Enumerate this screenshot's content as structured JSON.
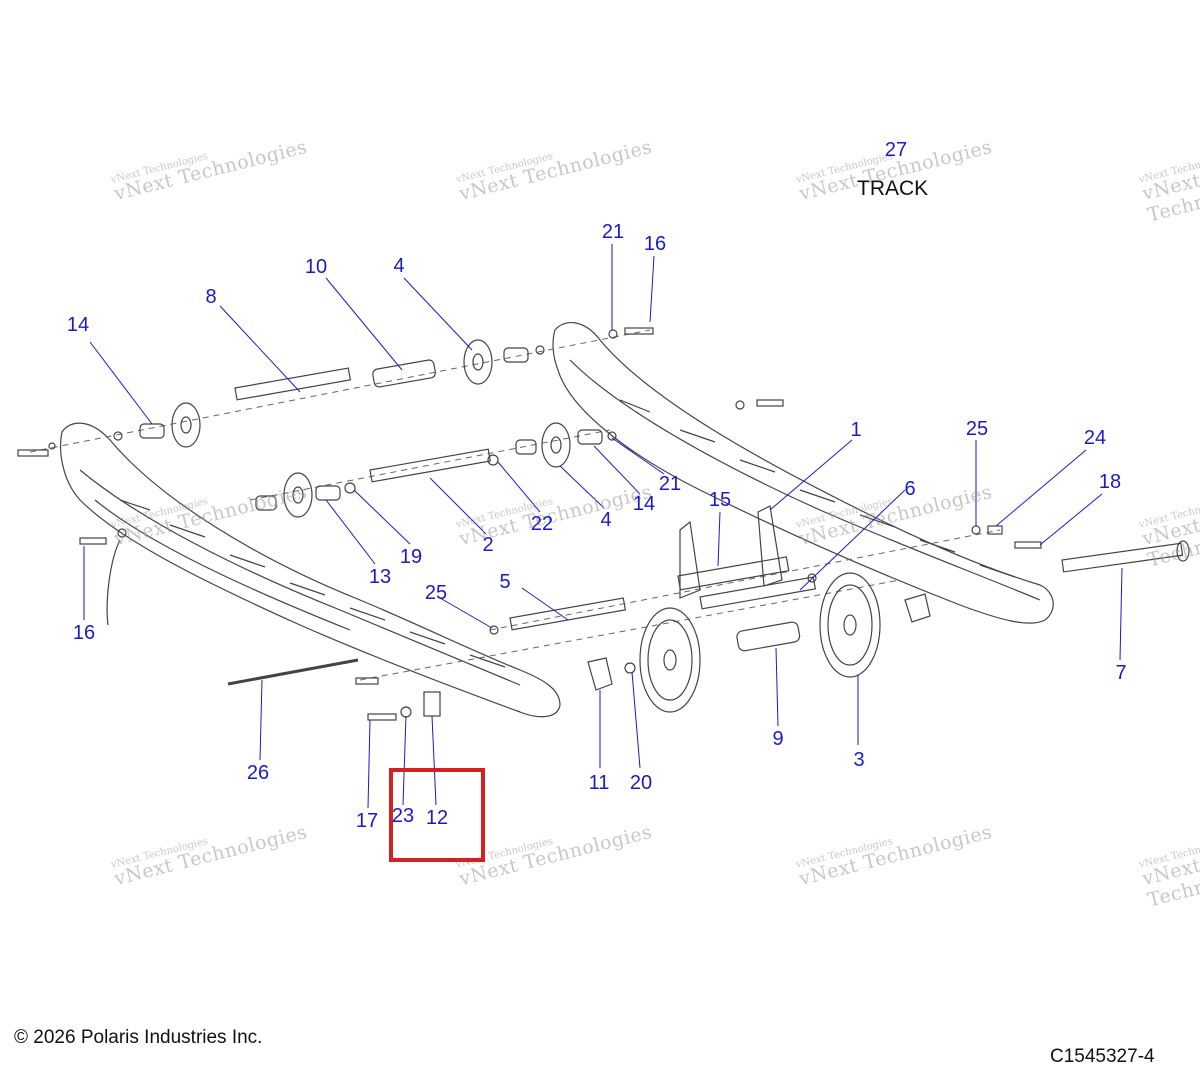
{
  "diagram": {
    "track_number": "27",
    "track_label": "TRACK",
    "copyright": "© 2026 Polaris Industries Inc.",
    "part_code": "C1545327-4",
    "watermark_small": "vNext Technologies",
    "watermark_big": "vNext Technologies",
    "callouts": {
      "c1": "1",
      "c2": "2",
      "c3": "3",
      "c4a": "4",
      "c4b": "4",
      "c5": "5",
      "c6": "6",
      "c7": "7",
      "c8": "8",
      "c9": "9",
      "c10": "10",
      "c11": "11",
      "c12": "12",
      "c13": "13",
      "c14a": "14",
      "c14b": "14",
      "c15": "15",
      "c16a": "16",
      "c16b": "16",
      "c17": "17",
      "c18": "18",
      "c19": "19",
      "c20": "20",
      "c21a": "21",
      "c21b": "21",
      "c22": "22",
      "c23": "23",
      "c24": "24",
      "c25a": "25",
      "c25b": "25",
      "c26": "26"
    },
    "colors": {
      "callout": "#1a1acc",
      "highlight": "#d42020",
      "line": "#333333"
    }
  }
}
